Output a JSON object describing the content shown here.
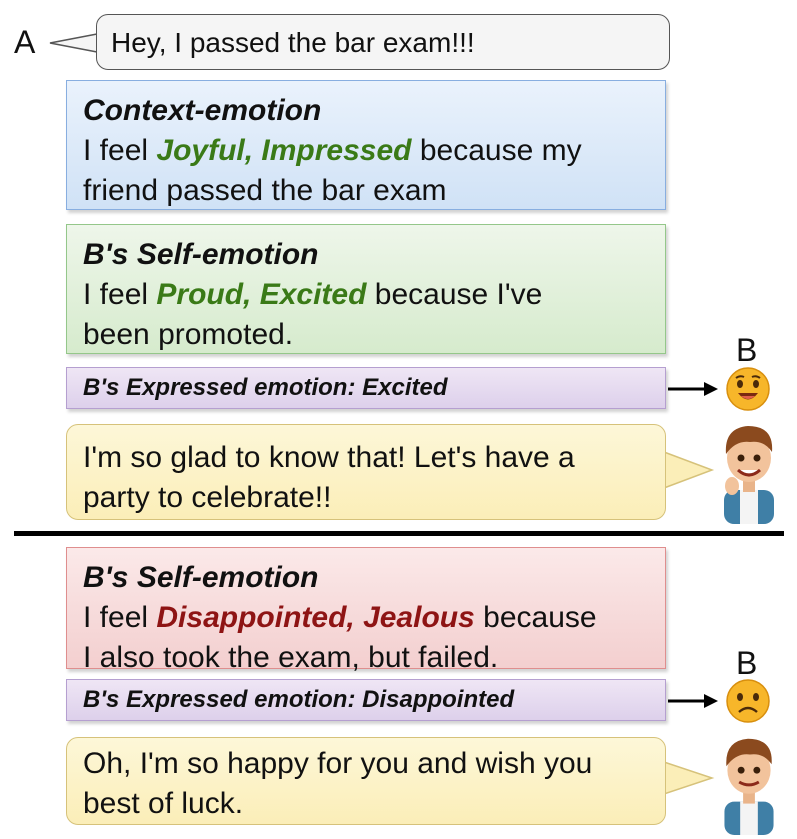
{
  "speaker_a": {
    "label": "A",
    "message": "Hey, I passed the bar exam!!!"
  },
  "scenario1": {
    "context": {
      "title": "Context-emotion",
      "prefix": "I feel",
      "emotions": "Joyful, Impressed",
      "suffix_line1": "because my",
      "suffix_line2": "friend passed the bar exam"
    },
    "self": {
      "title": "B's Self-emotion",
      "prefix": "I feel",
      "emotions": "Proud, Excited",
      "suffix_line1": "because I've",
      "suffix_line2": "been promoted."
    },
    "expressed": "B's Expressed emotion: Excited",
    "speaker_label": "B",
    "reply_line1": "I'm so glad to know that! Let's have a",
    "reply_line2": "party to celebrate!!"
  },
  "scenario2": {
    "self": {
      "title": "B's Self-emotion",
      "prefix": "I feel",
      "emotions": "Disappointed, Jealous",
      "suffix_line1": "because",
      "suffix_line2": "I also took the exam, but failed."
    },
    "expressed": "B's Expressed emotion: Disappointed",
    "speaker_label": "B",
    "reply_line1": "Oh, I'm so happy for you and wish you",
    "reply_line2": "best of luck."
  },
  "icons": {
    "excited": "excited-face-icon",
    "disappointed": "disappointed-face-icon",
    "avatar": "boy-avatar-icon"
  },
  "colors": {
    "context_blue": "#d0e2f6",
    "self_green": "#d6ebcd",
    "self_red": "#f3cfcf",
    "expressed_purple": "#ddd0eb",
    "reply_yellow": "#fbeeb8",
    "emotion_green": "#3a7a17",
    "emotion_red": "#8e1414"
  }
}
